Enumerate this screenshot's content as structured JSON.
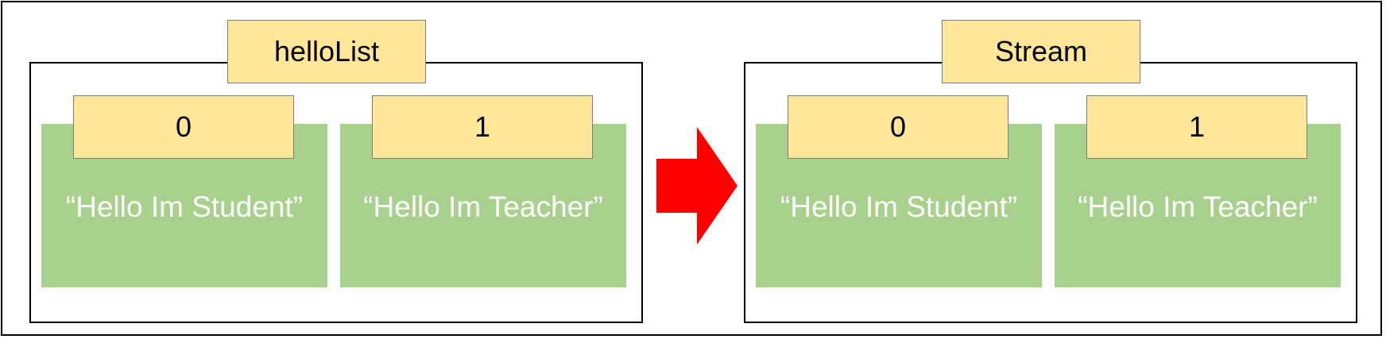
{
  "diagram": {
    "left": {
      "title": "helloList",
      "items": [
        {
          "index": "0",
          "value": "“Hello Im Student”"
        },
        {
          "index": "1",
          "value": "“Hello Im Teacher”"
        }
      ]
    },
    "right": {
      "title": "Stream",
      "items": [
        {
          "index": "0",
          "value": "“Hello Im Student”"
        },
        {
          "index": "1",
          "value": "“Hello Im Teacher”"
        }
      ]
    }
  },
  "colors": {
    "label_fill": "#ffe699",
    "cell_fill": "#a9d18e",
    "arrow_fill": "#ff0000",
    "border": "#000000"
  }
}
